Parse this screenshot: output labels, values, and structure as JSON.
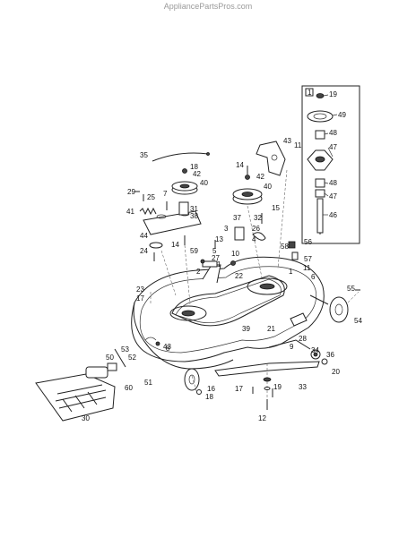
{
  "watermark": "AppliancePartsPros.com",
  "inset": {
    "badge": "1",
    "callouts": [
      "19",
      "49",
      "48",
      "47",
      "48",
      "47",
      "46"
    ]
  },
  "callouts": [
    "35",
    "18",
    "42",
    "40",
    "29",
    "25",
    "7",
    "41",
    "31",
    "38",
    "44",
    "24",
    "14",
    "43",
    "11",
    "14",
    "42",
    "40",
    "15",
    "37",
    "32",
    "3",
    "26",
    "4",
    "13",
    "59",
    "5",
    "58",
    "56",
    "57",
    "2",
    "27",
    "10",
    "22",
    "23",
    "17",
    "11",
    "6",
    "55",
    "39",
    "21",
    "54",
    "43",
    "28",
    "34",
    "36",
    "9",
    "20",
    "53",
    "50",
    "52",
    "60",
    "51",
    "16",
    "18",
    "17",
    "19",
    "33",
    "12",
    "30",
    "1",
    "8",
    "1"
  ]
}
